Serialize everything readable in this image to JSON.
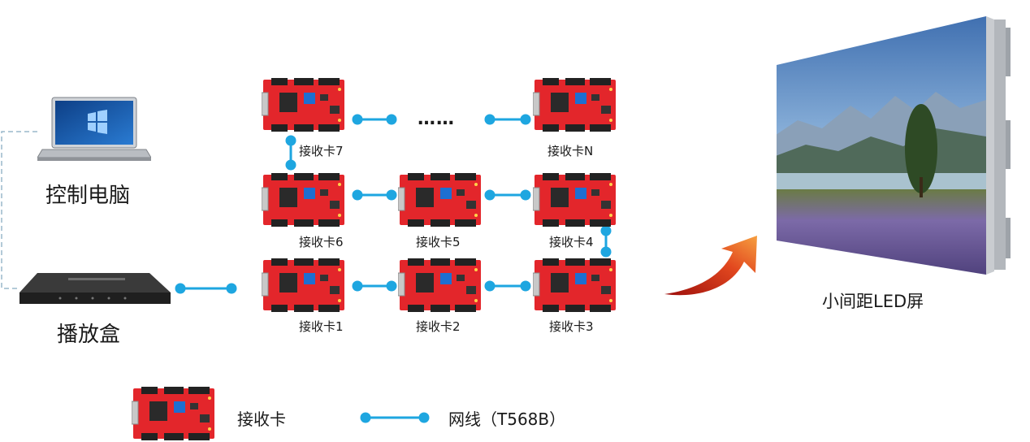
{
  "devices": {
    "computer_label": "控制电脑",
    "player_label": "播放盒"
  },
  "cards": {
    "card1": "接收卡1",
    "card2": "接收卡2",
    "card3": "接收卡3",
    "card4": "接收卡4",
    "card5": "接收卡5",
    "card6": "接收卡6",
    "card7": "接收卡7",
    "cardN": "接收卡N"
  },
  "ellipsis": "……",
  "screen": {
    "label": "小间距LED屏"
  },
  "legend": {
    "card_label": "接收卡",
    "cable_label": "网线（T568B）"
  },
  "colors": {
    "cable": "#1ea6e0",
    "card_red": "#e3262b",
    "dashed_link": "#9ab8cc",
    "arrow_start": "#a8130f",
    "arrow_end": "#f07a2c"
  }
}
